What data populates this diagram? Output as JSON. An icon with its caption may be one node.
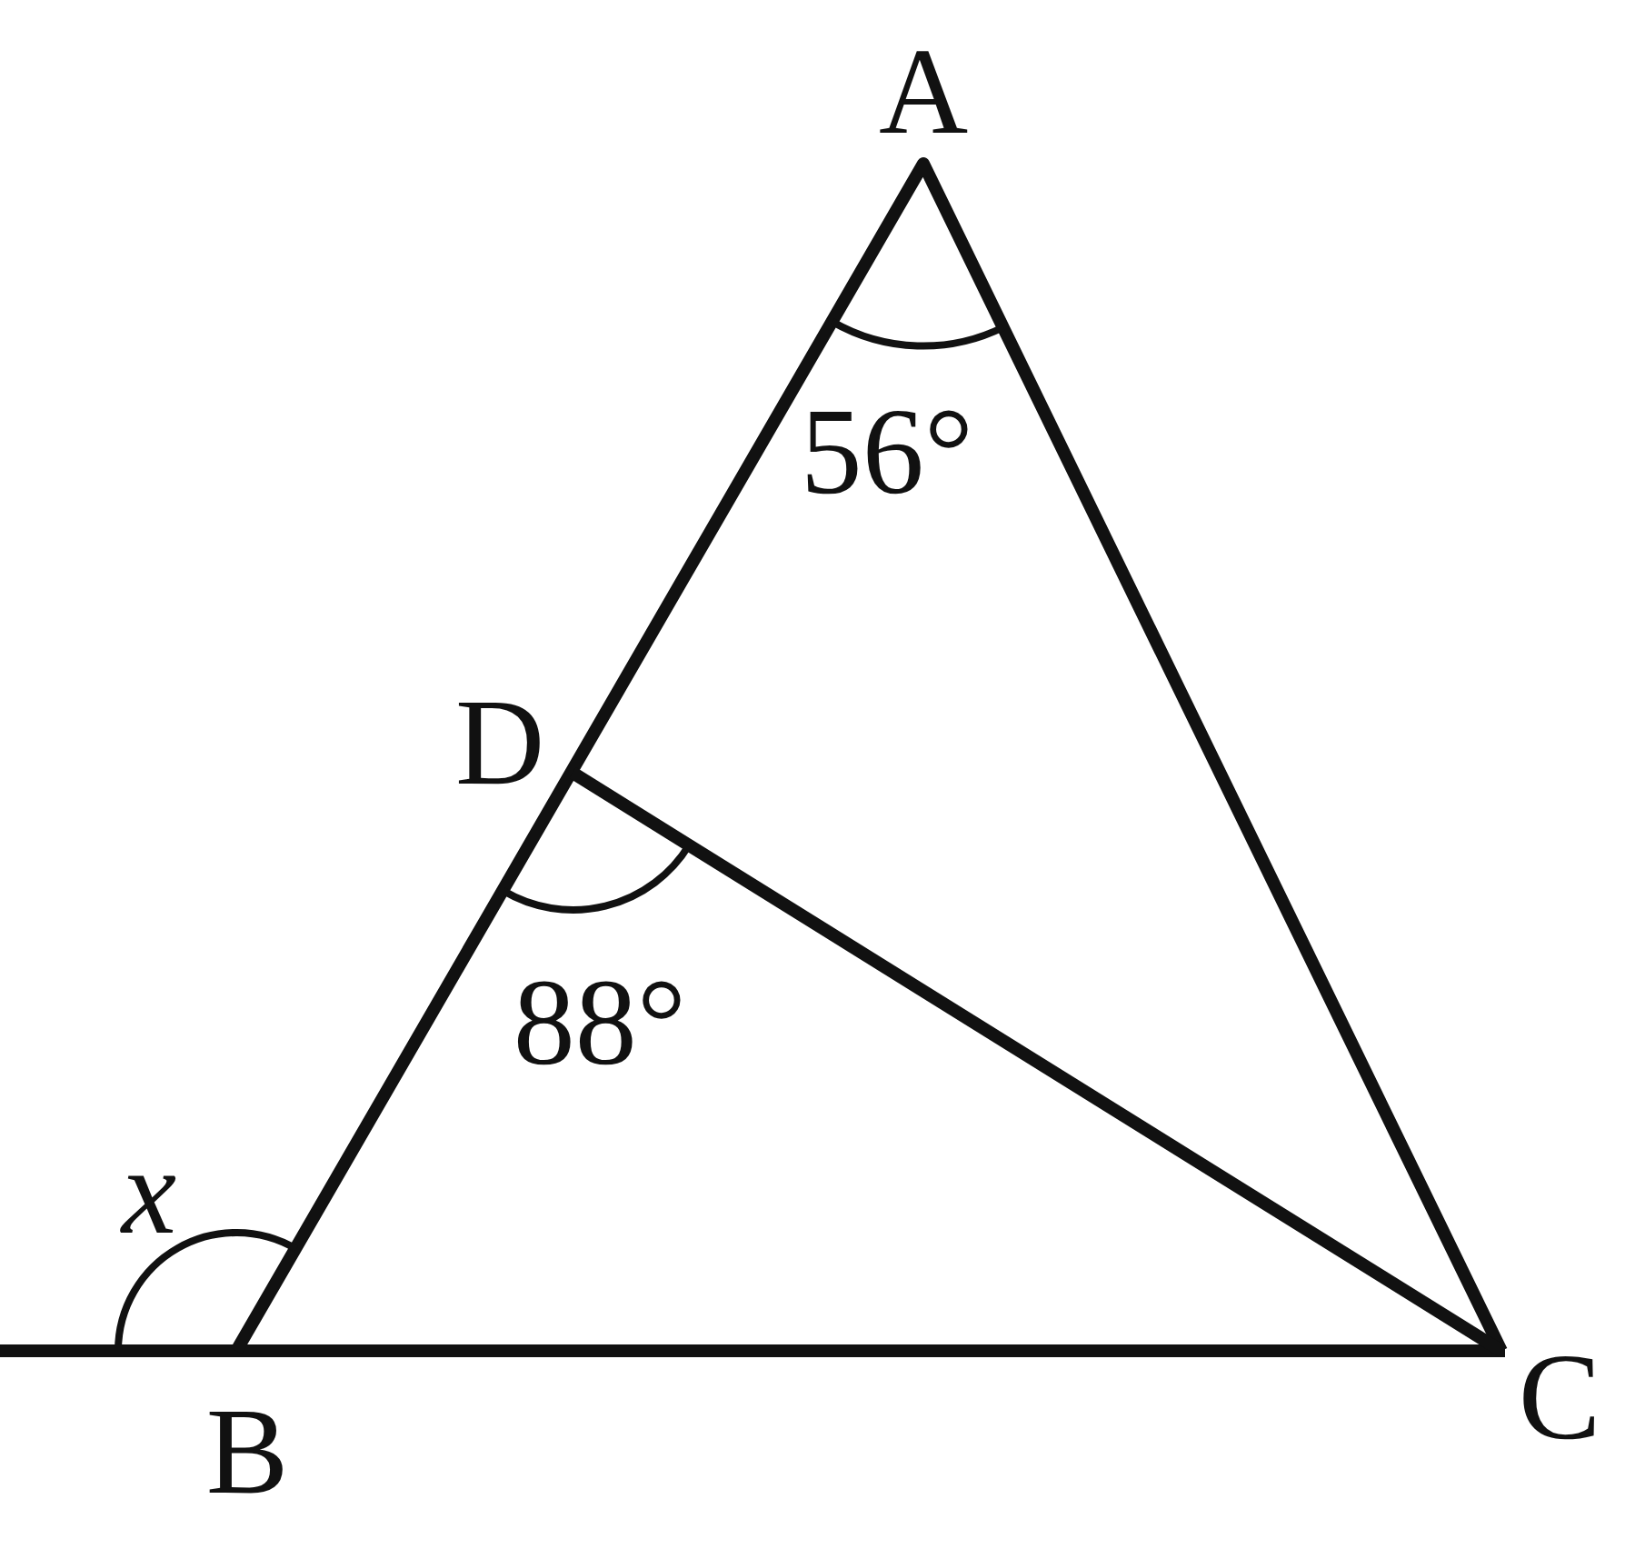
{
  "diagram": {
    "labels": [
      "A",
      "56°",
      "D",
      "88°",
      "x",
      "B",
      "C"
    ]
  }
}
